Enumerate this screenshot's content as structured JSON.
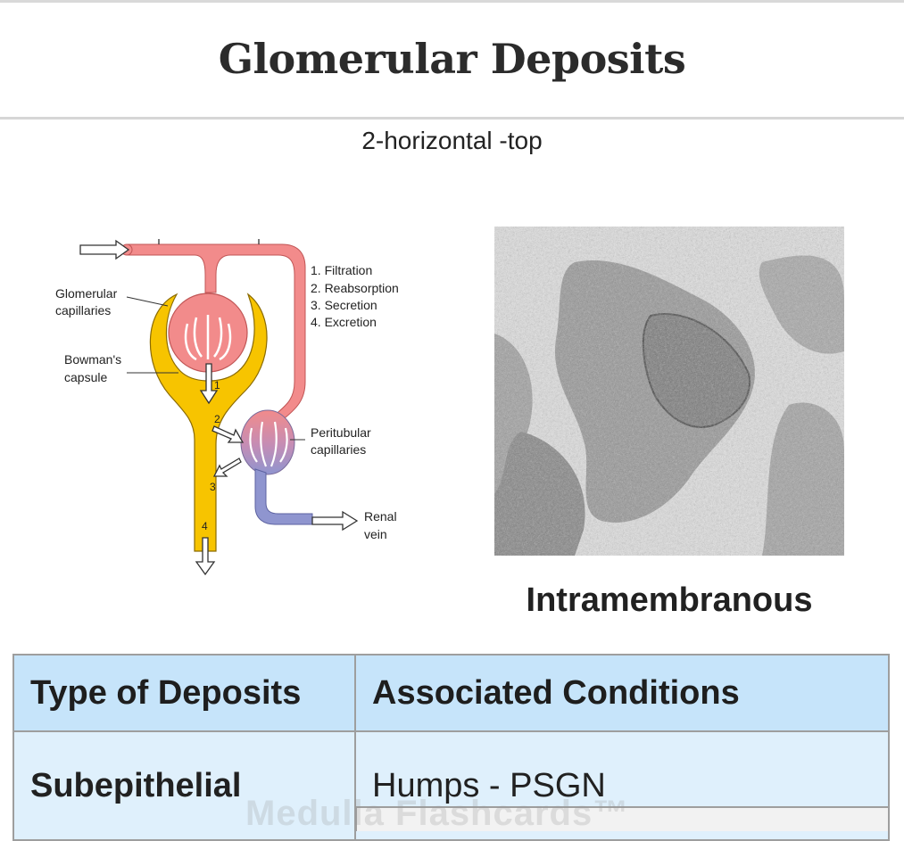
{
  "page": {
    "title": "Glomerular Deposits",
    "subtitle": "2-horizontal -top"
  },
  "diagram": {
    "labels": {
      "glomerular_capillaries_1": "Glomerular",
      "glomerular_capillaries_2": "capillaries",
      "bowmans_capsule_1": "Bowman's",
      "bowmans_capsule_2": "capsule",
      "step1": "1. Filtration",
      "step2": "2. Reabsorption",
      "step3": "3. Secretion",
      "step4": "4. Excretion",
      "peritubular_1": "Peritubular",
      "peritubular_2": "capillaries",
      "renal_vein_1": "Renal",
      "renal_vein_2": "vein",
      "n1": "1",
      "n2": "2",
      "n3": "3",
      "n4": "4"
    }
  },
  "micrograph": {
    "caption": "Intramembranous"
  },
  "table": {
    "headers": [
      "Type of Deposits",
      "Associated Conditions"
    ],
    "rows": [
      {
        "type": "Subepithelial",
        "condition": "Humps - PSGN"
      }
    ]
  },
  "watermark": "Medulla Flashcards™",
  "colors": {
    "artery": "#f28b8b",
    "capsule": "#f7c400",
    "vein": "#8f95cf"
  }
}
